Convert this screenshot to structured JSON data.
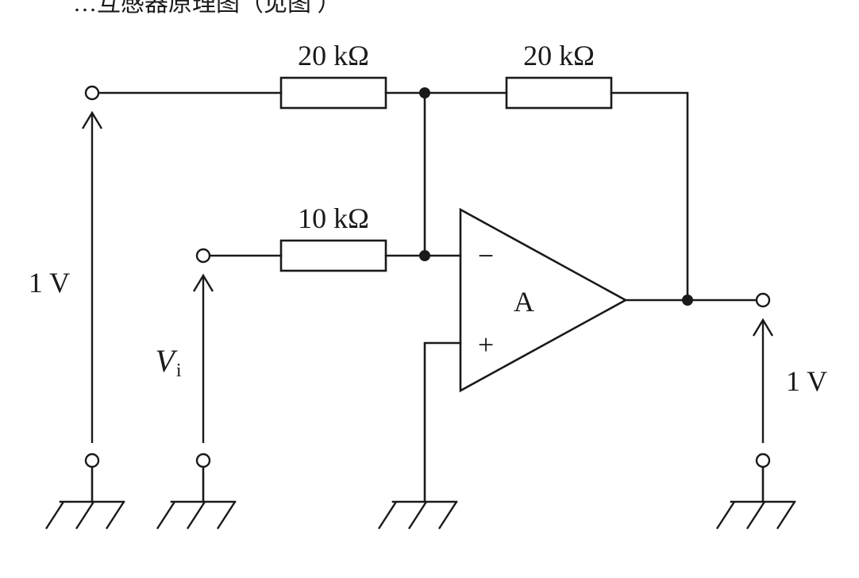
{
  "header_fragment": "…互感器原理图（见图 ）",
  "resistors": {
    "r1": {
      "label": "20 kΩ"
    },
    "r2": {
      "label": "20 kΩ"
    },
    "r3": {
      "label": "10 kΩ"
    }
  },
  "opamp": {
    "label": "A",
    "inverting": "−",
    "noninverting": "+"
  },
  "voltages": {
    "input_ref": "1 V",
    "input_var": {
      "symbol": "V",
      "subscript": "i"
    },
    "output": "1 V"
  },
  "colors": {
    "ink": "#1a1a1a",
    "background": "#ffffff"
  }
}
